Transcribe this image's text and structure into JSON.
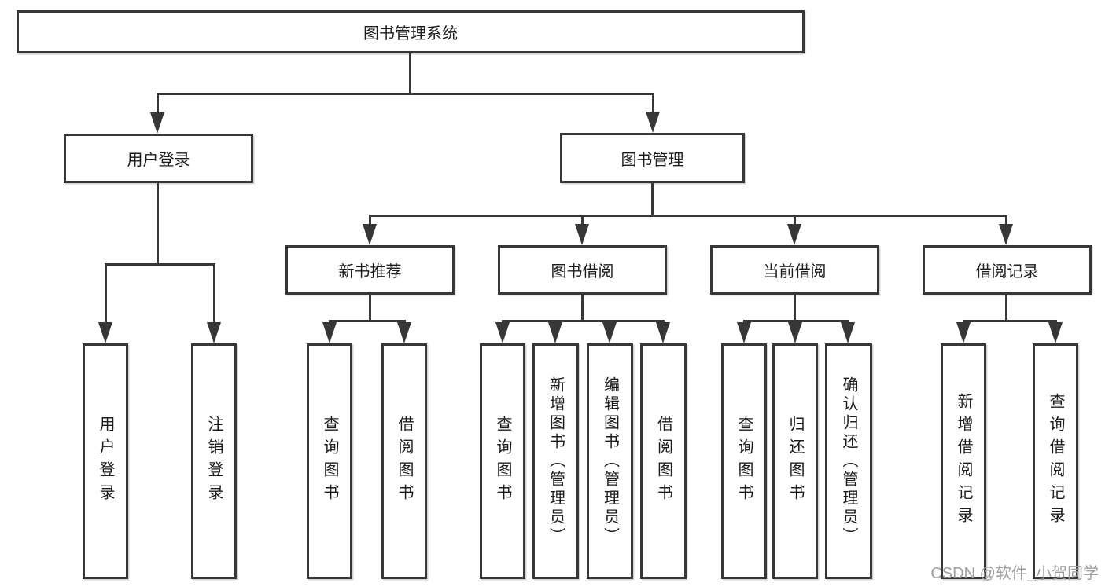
{
  "root": {
    "label": "图书管理系统"
  },
  "level2": [
    {
      "label": "用户登录"
    },
    {
      "label": "图书管理"
    }
  ],
  "level3": [
    {
      "label": "新书推荐",
      "parent": "图书管理"
    },
    {
      "label": "图书借阅",
      "parent": "图书管理"
    },
    {
      "label": "当前借阅",
      "parent": "图书管理"
    },
    {
      "label": "借阅记录",
      "parent": "图书管理"
    }
  ],
  "leaves": [
    {
      "label": "用户登录",
      "parent": "用户登录"
    },
    {
      "label": "注销登录",
      "parent": "用户登录"
    },
    {
      "label": "查询图书",
      "parent": "新书推荐"
    },
    {
      "label": "借阅图书",
      "parent": "新书推荐"
    },
    {
      "label": "查询图书",
      "parent": "图书借阅"
    },
    {
      "label": "新增图书（管理员）",
      "parent": "图书借阅"
    },
    {
      "label": "编辑图书（管理员）",
      "parent": "图书借阅"
    },
    {
      "label": "借阅图书",
      "parent": "图书借阅"
    },
    {
      "label": "查询图书",
      "parent": "当前借阅"
    },
    {
      "label": "归还图书",
      "parent": "当前借阅"
    },
    {
      "label": "确认归还（管理员）",
      "parent": "当前借阅"
    },
    {
      "label": "新增借阅记录",
      "parent": "借阅记录"
    },
    {
      "label": "查询借阅记录",
      "parent": "借阅记录"
    }
  ],
  "watermark": {
    "text": "CSDN @软件_小贺同学"
  },
  "colors": {
    "line": "#373737",
    "text": "#1c1c1c",
    "watermark": "#9e9e9e",
    "background": "#ffffff"
  }
}
